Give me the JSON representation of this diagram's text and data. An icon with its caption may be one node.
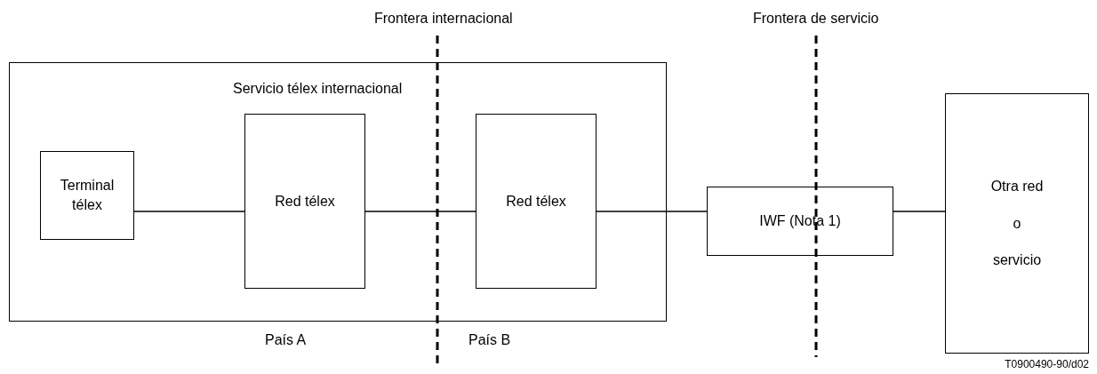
{
  "diagram": {
    "nodes": [
      {
        "text": [
          "Servicio télex internacional"
        ]
      },
      {
        "text": [
          "Terminal télex"
        ],
        "in": 0
      },
      {
        "text": [
          "Red télex"
        ],
        "in": 0
      },
      {
        "text": [
          "Red télex"
        ],
        "in": 0
      },
      {
        "text": [
          "IWF (Nota 1)"
        ]
      },
      {
        "text": [
          "Otra red o servicio"
        ]
      }
    ],
    "edges": [
      {
        "from": 1,
        "to": 2,
        "arrow": "none"
      },
      {
        "from": 2,
        "to": 3,
        "arrow": "none"
      },
      {
        "from": 3,
        "to": 4,
        "arrow": "none"
      },
      {
        "from": 4,
        "to": 5,
        "arrow": "none"
      }
    ],
    "labels": [
      "Frontera internacional",
      "Frontera de servicio",
      "País A",
      "País B",
      "T0900490-90/d02"
    ]
  }
}
